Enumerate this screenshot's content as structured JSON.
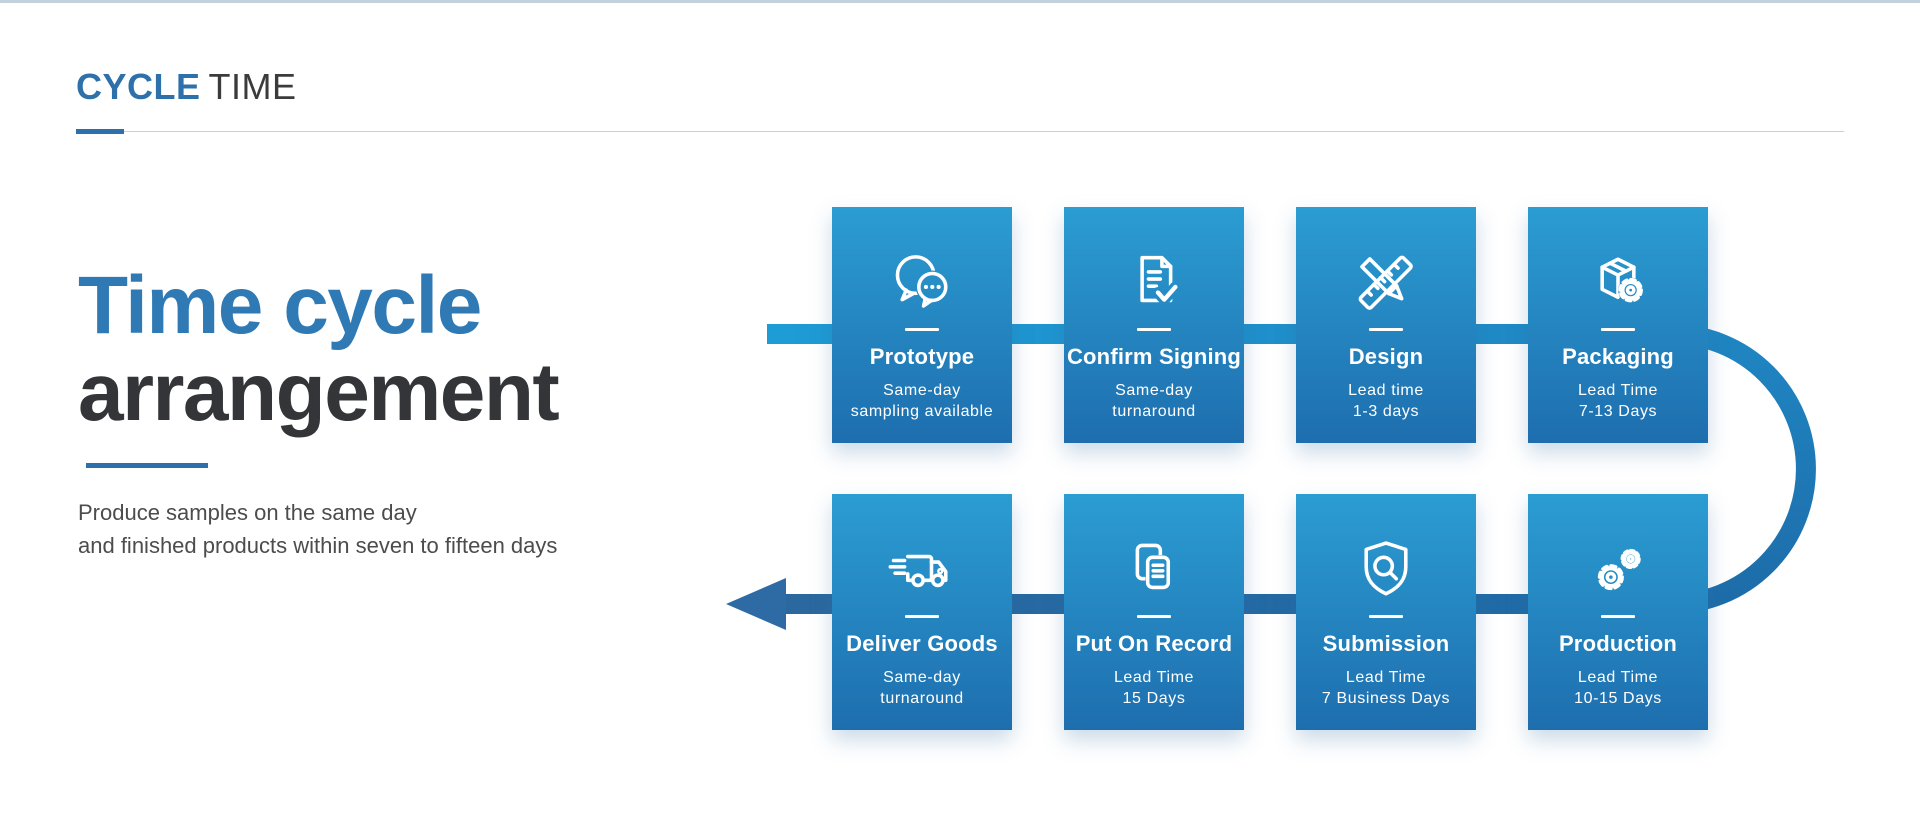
{
  "header": {
    "title_primary": "CYCLE",
    "title_secondary": "TIME"
  },
  "hero": {
    "title_line1": "Time cycle",
    "title_line2": "arrangement",
    "description_line1": "Produce samples on the same day",
    "description_line2": "and finished products within seven to fifteen days"
  },
  "colors": {
    "accent_blue": "#2E71AA",
    "title_blue": "#2F7AB5",
    "title_dark": "#333538",
    "card_gradient_top": "#2B9DD2",
    "card_gradient_bottom": "#1E6EAE",
    "track_light_blue": "#1E9CD6",
    "track_mid_blue": "#1F86C2",
    "track_dark_blue": "#1D6CA9",
    "arrow_blue": "#2E6BA4"
  },
  "flow": {
    "cards": [
      {
        "icon": "chat-bubbles-icon",
        "title": "Prototype",
        "subtitle_line1": "Same-day",
        "subtitle_line2": "sampling available"
      },
      {
        "icon": "document-check-icon",
        "title": "Confirm Signing",
        "subtitle_line1": "Same-day",
        "subtitle_line2": "turnaround"
      },
      {
        "icon": "pencil-ruler-icon",
        "title": "Design",
        "subtitle_line1": "Lead time",
        "subtitle_line2": "1-3 days"
      },
      {
        "icon": "box-gear-icon",
        "title": "Packaging",
        "subtitle_line1": "Lead Time",
        "subtitle_line2": "7-13 Days"
      },
      {
        "icon": "delivery-truck-icon",
        "title": "Deliver Goods",
        "subtitle_line1": "Same-day",
        "subtitle_line2": "turnaround"
      },
      {
        "icon": "documents-icon",
        "title": "Put On Record",
        "subtitle_line1": "Lead Time",
        "subtitle_line2": "15 Days"
      },
      {
        "icon": "shield-search-icon",
        "title": "Submission",
        "subtitle_line1": "Lead Time",
        "subtitle_line2": "7 Business Days"
      },
      {
        "icon": "gears-icon",
        "title": "Production",
        "subtitle_line1": "Lead Time",
        "subtitle_line2": "10-15 Days"
      }
    ]
  }
}
